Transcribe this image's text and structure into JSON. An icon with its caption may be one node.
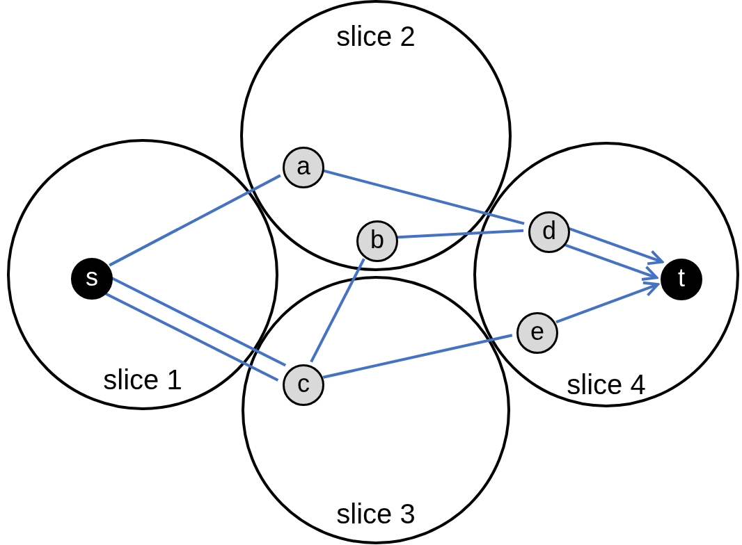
{
  "diagram": {
    "nodes": [
      {
        "text": [
          "slice 1"
        ]
      },
      {
        "text": [
          "slice 2"
        ]
      },
      {
        "text": [
          "slice 3"
        ]
      },
      {
        "text": [
          "slice 4"
        ]
      },
      {
        "text": [
          "s"
        ],
        "in": 0
      },
      {
        "text": [
          "a"
        ],
        "in": 1
      },
      {
        "text": [
          "b"
        ],
        "in": 1
      },
      {
        "text": [
          "c"
        ],
        "in": 2
      },
      {
        "text": [
          "d"
        ],
        "in": 3
      },
      {
        "text": [
          "e"
        ],
        "in": 3
      },
      {
        "text": [
          "t"
        ],
        "in": 3
      }
    ],
    "edges": [
      {
        "from": 4,
        "to": 5,
        "arrow": "none"
      },
      {
        "from": 5,
        "to": 8,
        "arrow": "none"
      },
      {
        "from": 6,
        "to": 8,
        "arrow": "none"
      },
      {
        "from": 4,
        "to": 7,
        "arrow": "none"
      },
      {
        "from": 4,
        "to": 7,
        "arrow": "none"
      },
      {
        "from": 7,
        "to": 6,
        "arrow": "none"
      },
      {
        "from": 7,
        "to": 9,
        "arrow": "none"
      },
      {
        "from": 8,
        "to": 10,
        "arrow": "to"
      },
      {
        "from": 8,
        "to": 10,
        "arrow": "to"
      },
      {
        "from": 9,
        "to": 10,
        "arrow": "to"
      }
    ]
  }
}
